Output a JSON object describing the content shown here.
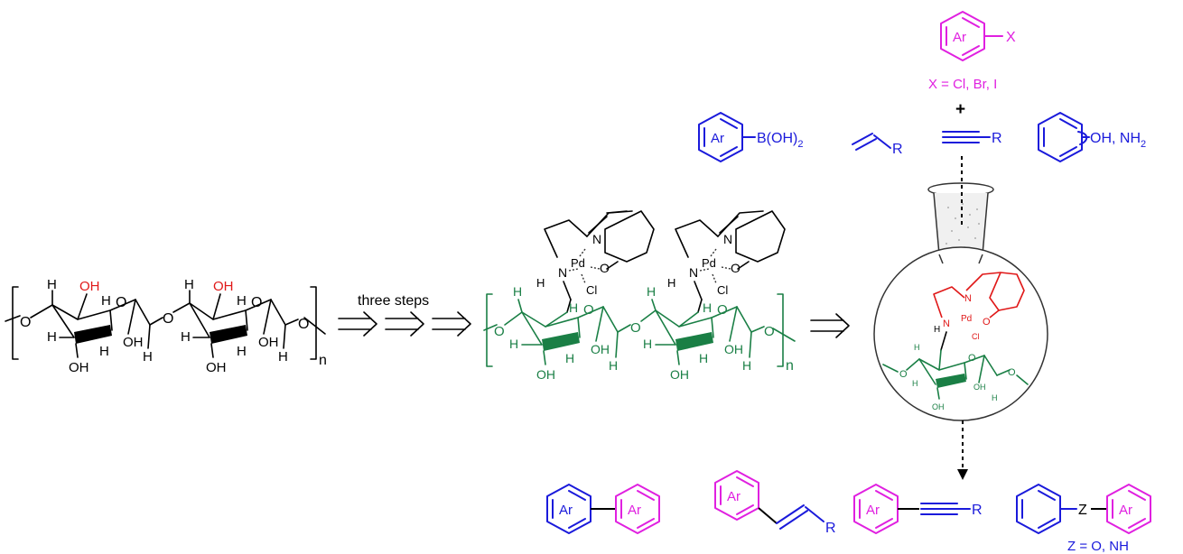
{
  "colors": {
    "cellulose": "#000000",
    "support": "#1a7f45",
    "catalyst": "#e01818",
    "partner": "#1a1adb",
    "aryl_halide": "#e020e0",
    "hydroxyl": "#e01818"
  },
  "cellulose": {
    "oh_top": "OH",
    "h_atom": "H",
    "o_atom": "O",
    "oh_ring": "OH",
    "repeat_n": "n"
  },
  "arrow_label": "three steps",
  "support": {
    "n_atom": "N",
    "pd": "Pd",
    "cl": "Cl",
    "o_atom": "O",
    "h_atom": "H",
    "oh": "OH",
    "repeat_n": "n"
  },
  "reagents": {
    "ar": "Ar",
    "x_sub": "X",
    "x_def": "X = Cl, Br, I",
    "plus": "+",
    "boronic": "B(OH)",
    "boronic_sub": "2",
    "r_group": "R",
    "nuc": "OH, NH",
    "nuc_sub": "2"
  },
  "products": {
    "ar": "Ar",
    "r_group": "R",
    "z_atom": "Z",
    "z_def": "Z = O, NH"
  }
}
